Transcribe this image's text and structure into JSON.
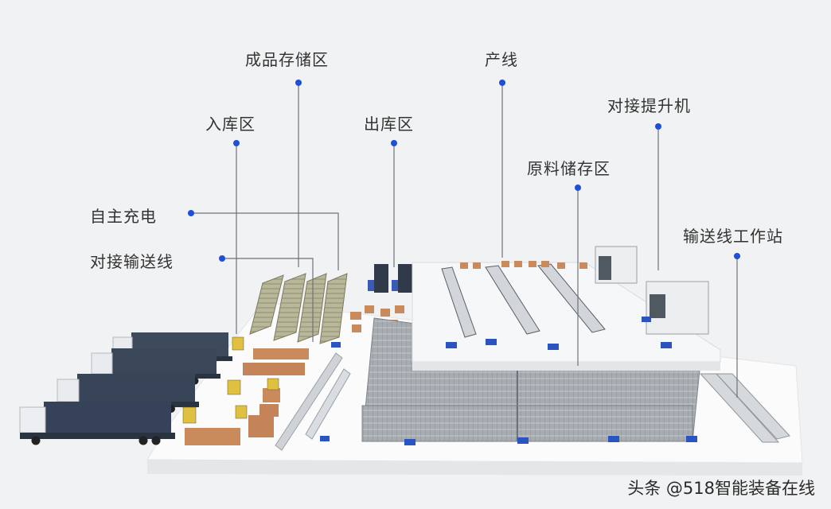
{
  "callouts": {
    "inbound_zone": "入库区",
    "finished_storage": "成品存储区",
    "outbound_zone": "出库区",
    "production_line": "产线",
    "lift_docking": "对接提升机",
    "raw_material_storage": "原料储存区",
    "auto_charging": "自主充电",
    "conveyor_docking": "对接输送线",
    "conveyor_workstation": "输送线工作站"
  },
  "watermark": "头条 @518智能装备在线",
  "colors": {
    "marker": "#1e4fd8",
    "leader": "#707780",
    "floor": "#f8f9fa",
    "truck": "#3c4858",
    "rack": "#9ea3a8",
    "box": "#c8875a",
    "agv_blue": "#2450b8"
  }
}
